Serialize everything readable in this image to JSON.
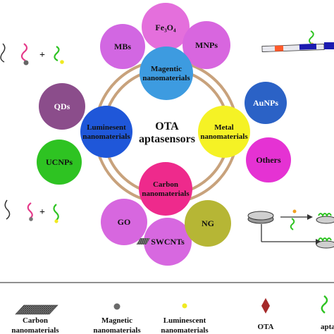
{
  "center": {
    "line1": "OTA",
    "line2": "aptasensors"
  },
  "categories": {
    "magnetic": {
      "line1": "Magentic",
      "line2": "nanomaterials",
      "color": "#3d9be0"
    },
    "metal": {
      "line1": "Metal",
      "line2": "nanomaterials",
      "color": "#f5f225"
    },
    "carbon": {
      "line1": "Carbon",
      "line2": "nanomaterials",
      "color": "#ee2a8c"
    },
    "luminescent": {
      "line1": "Luminesent",
      "line2": "nanomaterials",
      "color": "#1f57d9"
    }
  },
  "satellites": {
    "fe3o4": {
      "label": "Fe₃O₄",
      "color": "#e46fdc"
    },
    "mbs": {
      "label": "MBs",
      "color": "#d267e2"
    },
    "mnps": {
      "label": "MNPs",
      "color": "#d866df"
    },
    "aunps": {
      "label": "AuNPs",
      "color": "#2b62c6"
    },
    "others": {
      "label": "Others",
      "color": "#e532d3"
    },
    "qds": {
      "label": "QDs",
      "color": "#8b4d8b"
    },
    "ucnps": {
      "label": "UCNPs",
      "color": "#2ec322"
    },
    "go": {
      "label": "GO",
      "color": "#d767df"
    },
    "swcnts": {
      "label": "SWCNTs",
      "color": "#d768e0"
    },
    "ng": {
      "label": "NG",
      "color": "#b6b635"
    }
  },
  "legend": {
    "carbon": {
      "line1": "Carbon",
      "line2": "nanomaterials"
    },
    "magnetic": {
      "line1": "Magnetic",
      "line2": "nanomaterials"
    },
    "luminescent": {
      "line1": "Luminescent",
      "line2": "nanomaterials"
    },
    "ota": {
      "line1": "OTA"
    },
    "aptamer": {
      "line1": "aptam"
    }
  }
}
